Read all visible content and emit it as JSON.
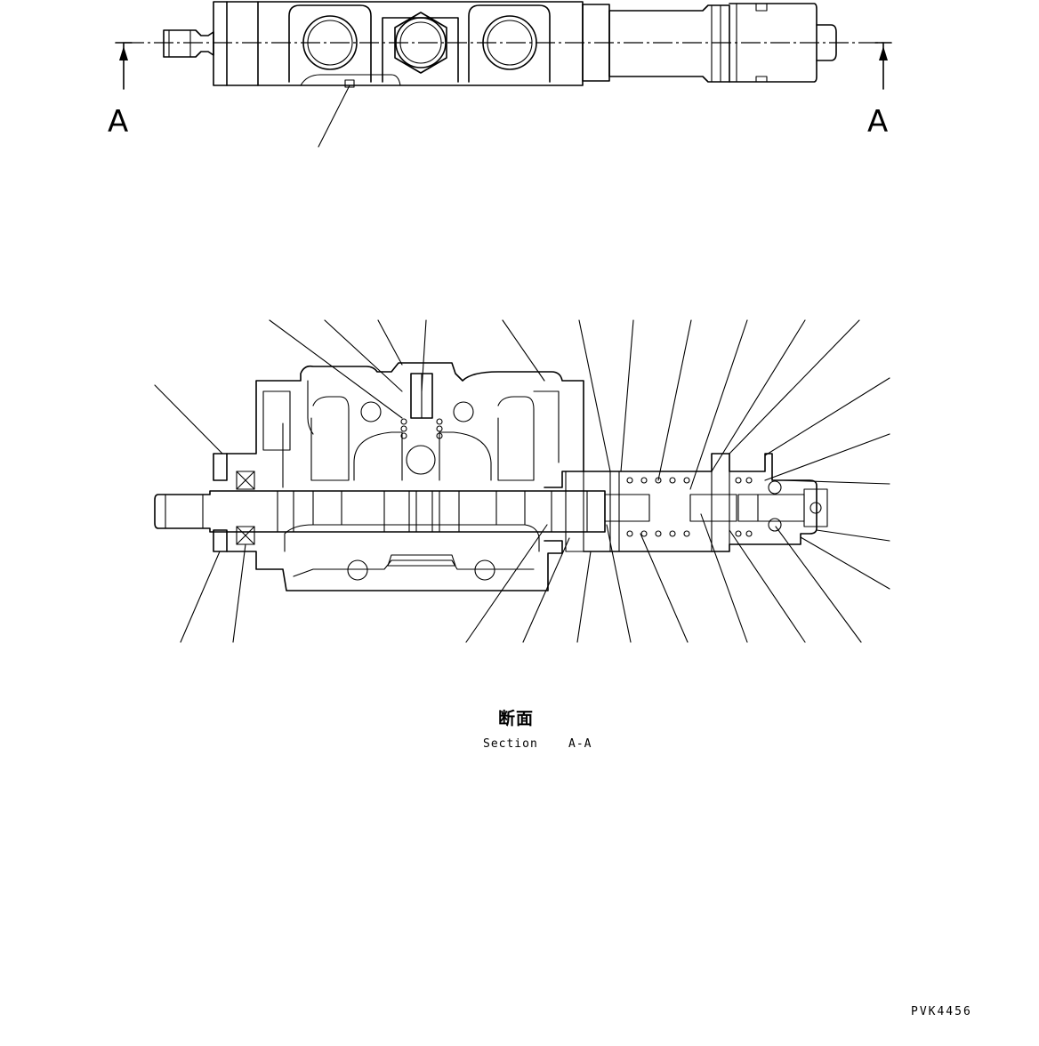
{
  "section_marks": {
    "left": "A",
    "right": "A"
  },
  "section_title": {
    "japanese": "断面",
    "english": "Section",
    "id": "A-A"
  },
  "drawing_code": "PVK4456"
}
